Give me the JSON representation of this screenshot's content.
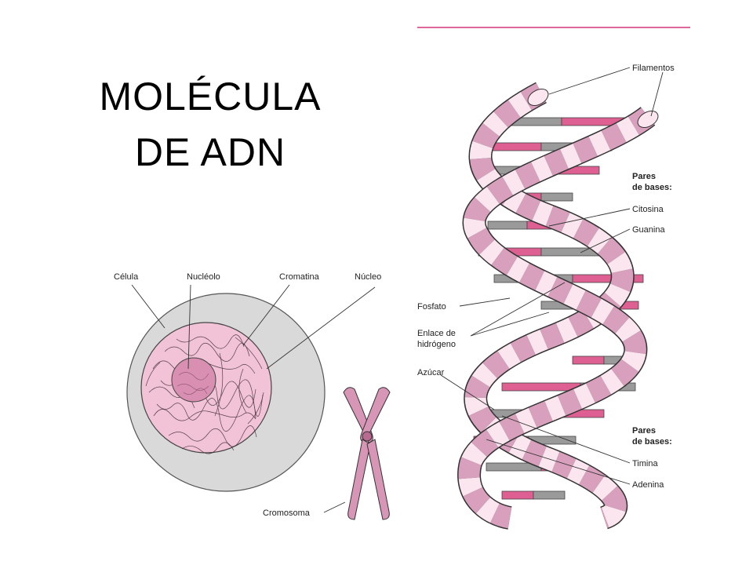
{
  "title": {
    "line1": "MOLÉCULA",
    "line2": "DE ADN"
  },
  "cell_labels": {
    "cell": "Célula",
    "nucleolus": "Nucléolo",
    "chromatin": "Cromatina",
    "nucleus": "Núcleo",
    "chromosome": "Cromosoma"
  },
  "dna_labels": {
    "strands": "Filamentos",
    "base_pairs_1_line1": "Pares",
    "base_pairs_1_line2": "de bases:",
    "cytosine": "Citosina",
    "guanine": "Guanina",
    "phosphate": "Fosfato",
    "hydrogen_bond_line1": "Enlace de",
    "hydrogen_bond_line2": "hidrógeno",
    "sugar": "Azúcar",
    "base_pairs_2_line1": "Pares",
    "base_pairs_2_line2": "de bases:",
    "thymine": "Timina",
    "adenine": "Adenina"
  },
  "colors": {
    "accent_line": "#e0679b",
    "cell_fill": "#d9d9d9",
    "nucleus_fill": "#f2c2d6",
    "nucleolus_fill": "#d98fb1",
    "strand_dark": "#d8a0bd",
    "strand_light": "#fbe6ef",
    "base_pink": "#de5f92",
    "base_gray": "#9a9a9a"
  }
}
